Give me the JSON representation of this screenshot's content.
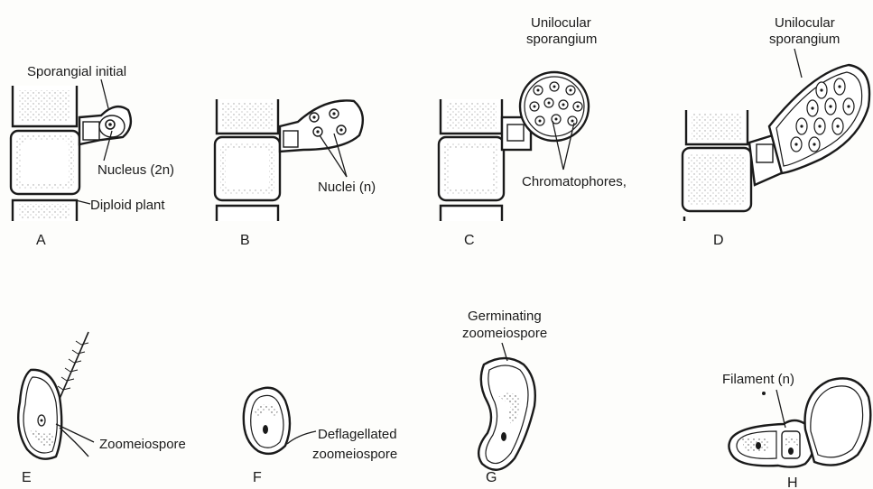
{
  "labels": {
    "sporangial_initial": "Sporangial initial",
    "nucleus_2n": "Nucleus (2n)",
    "diploid_plant": "Diploid plant",
    "nuclei_n": "Nuclei (n)",
    "unilocular_sporangium_c_line1": "Unilocular",
    "unilocular_sporangium_c_line2": "sporangium",
    "chromatophores": "Chromatophores,",
    "unilocular_sporangium_d_line1": "Unilocular",
    "unilocular_sporangium_d_line2": "sporangium",
    "zoomeiospore": "Zoomeiospore",
    "deflagellated_line1": "Deflagellated",
    "deflagellated_line2": "zoomeiospore",
    "germinating_line1": "Germinating",
    "germinating_line2": "zoomeiospore",
    "filament_n": "Filament (n)"
  },
  "panels": [
    "A",
    "B",
    "C",
    "D",
    "E",
    "F",
    "G",
    "H"
  ]
}
